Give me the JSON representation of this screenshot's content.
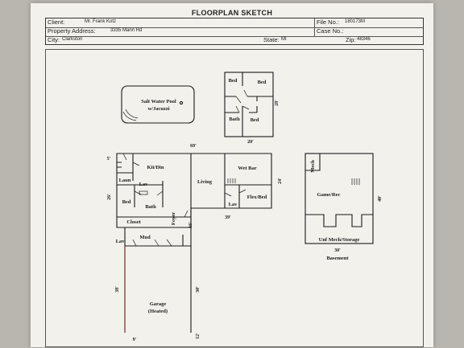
{
  "title": "FLOORPLAN SKETCH",
  "header": {
    "client_label": "Client:",
    "client": "Mr. Frank Kotz",
    "file_label": "File No.:",
    "file_no": "180173M",
    "address_label": "Property Address:",
    "address": "3335 Mann Rd",
    "case_label": "Case No.:",
    "case_no": "",
    "city_label": "City:",
    "city": "Clarkston",
    "state_label": "State:",
    "state": "MI",
    "zip_label": "Zip:",
    "zip": "48346"
  },
  "rooms": {
    "pool": "Salt Water Pool",
    "pool_sub": "w/Jacuzzi",
    "bed_tl": "Bed",
    "bed_tr": "Bed",
    "bath_up": "Bath",
    "bed_br": "Bed",
    "kit_din": "Kit/Din",
    "laun": "Laun",
    "lav_top": "Lav",
    "living": "Living",
    "wet_bar": "Wet Bar",
    "flex_bed": "Flex/Bed",
    "lav_right": "Lav",
    "bed_left": "Bed",
    "bath_left": "Bath",
    "closet": "Closet",
    "foyer": "Foyer",
    "mud": "Mud",
    "lav_mud": "Lav",
    "mech": "Mech",
    "game_rec": "Game/Rec",
    "unf_mech": "Unf Mech/Storage",
    "basement": "Basement",
    "garage": "Garage",
    "garage_sub": "(Heated)"
  },
  "dims": {
    "d28": "28'",
    "d20": "20'",
    "d69": "69'",
    "d5": "5'",
    "d24": "24'",
    "d26": "26'",
    "d39": "39'",
    "d16": "16'",
    "d40": "40'",
    "d30b": "30'",
    "d38": "38'",
    "d30g": "30'",
    "d12": "12'",
    "d9": "9'"
  }
}
